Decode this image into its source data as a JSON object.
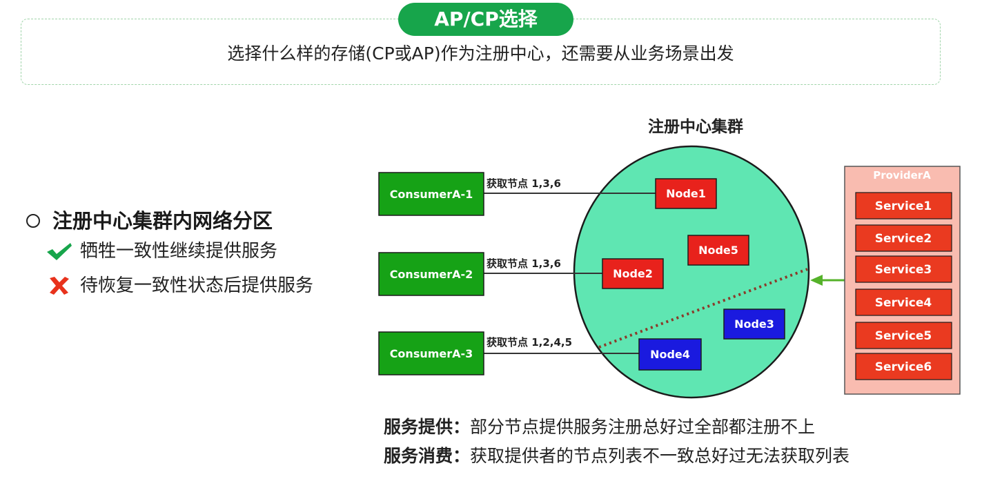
{
  "banner": {
    "title": "AP/CP选择",
    "text": "选择什么样的存储(CP或AP)作为注册中心，还需要从业务场景出发"
  },
  "left": {
    "heading": "注册中心集群内网络分区",
    "items": [
      {
        "icon": "check-icon",
        "text": "牺牲一致性继续提供服务",
        "color": "#17a54b"
      },
      {
        "icon": "cross-icon",
        "text": "待恢复一致性状态后提供服务",
        "color": "#e8321c"
      }
    ]
  },
  "cluster": {
    "title": "注册中心集群",
    "fill": "#5fe6b2",
    "nodes": [
      {
        "label": "Node1",
        "color": "#e8221c"
      },
      {
        "label": "Node5",
        "color": "#e8221c"
      },
      {
        "label": "Node2",
        "color": "#e8221c"
      },
      {
        "label": "Node3",
        "color": "#1a1adf"
      },
      {
        "label": "Node4",
        "color": "#1a1adf"
      }
    ]
  },
  "consumers": [
    {
      "label": "ConsumerA-1",
      "fetch": "获取节点 1,3,6"
    },
    {
      "label": "ConsumerA-2",
      "fetch": "获取节点 1,3,6"
    },
    {
      "label": "ConsumerA-3",
      "fetch": "获取节点 1,2,4,5"
    }
  ],
  "provider": {
    "title": "ProviderA",
    "services": [
      "Service1",
      "Service2",
      "Service3",
      "Service4",
      "Service5",
      "Service6"
    ]
  },
  "colors": {
    "consumer": "#16a216",
    "service": "#ea3a20",
    "provider_bg": "#f9bcb0",
    "arrow": "#55b22a",
    "partition": "#8b3a2a"
  },
  "bottom": {
    "line1_label": "服务提供：",
    "line1_text": "部分节点提供服务注册总好过全部都注册不上",
    "line2_label": "服务消费：",
    "line2_text": "获取提供者的节点列表不一致总好过无法获取列表"
  }
}
